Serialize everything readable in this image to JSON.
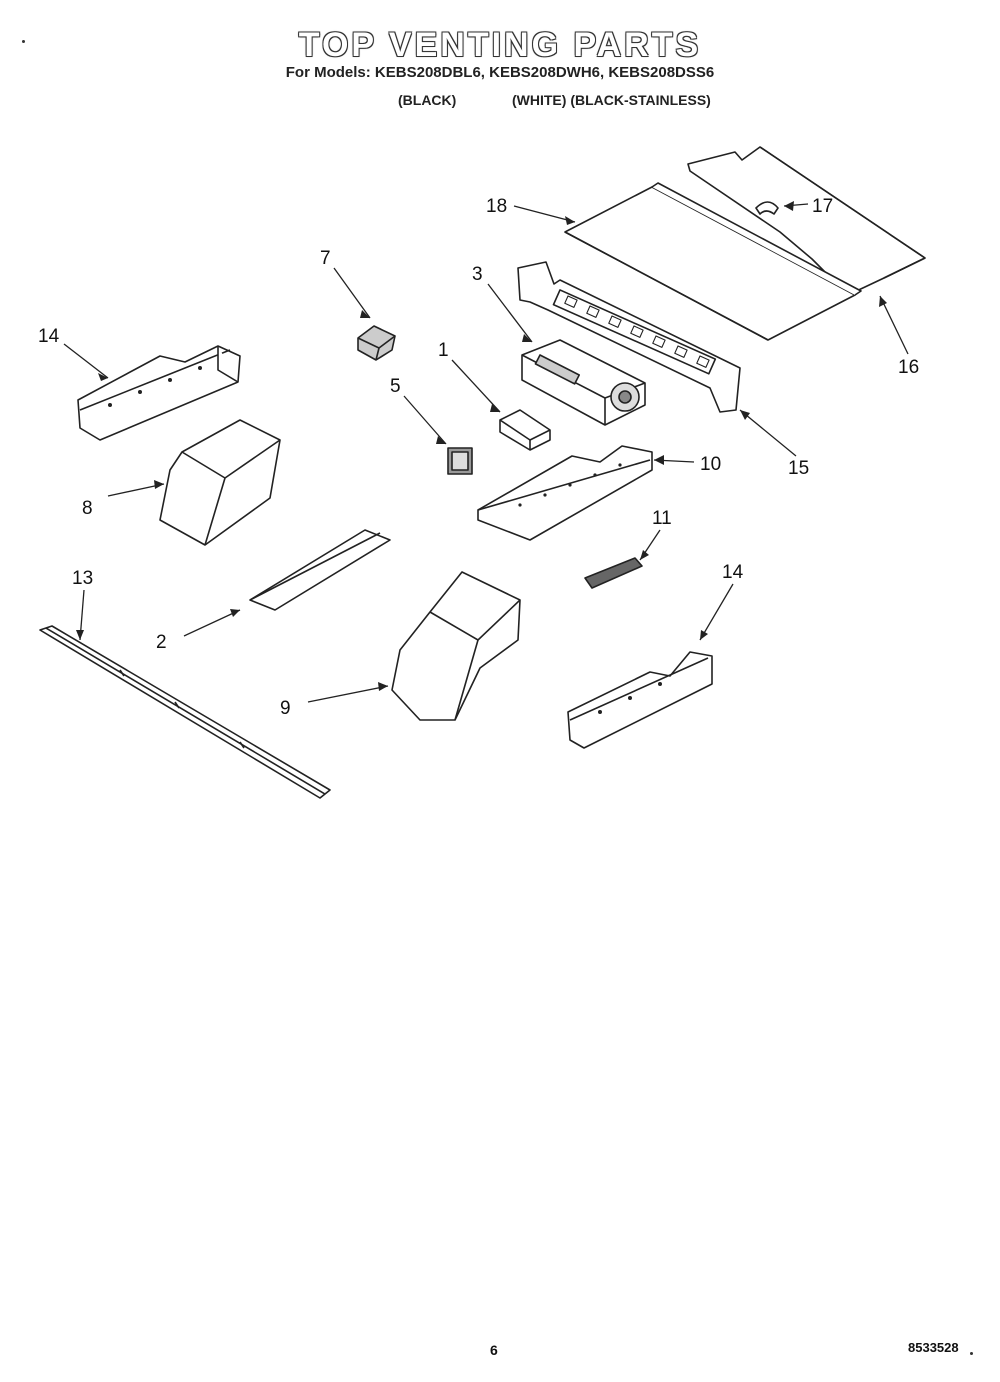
{
  "header": {
    "title": "TOP VENTING PARTS",
    "models_line": "For Models: KEBS208DBL6, KEBS208DWH6, KEBS208DSS6",
    "color_black": "(BLACK)",
    "color_white_stainless": "(WHITE) (BLACK-STAINLESS)"
  },
  "callouts": [
    "18",
    "17",
    "7",
    "3",
    "14",
    "1",
    "16",
    "5",
    "10",
    "15",
    "8",
    "11",
    "13",
    "14",
    "2",
    "9"
  ],
  "footer": {
    "page_number": "6",
    "doc_code": "8533528"
  },
  "colors": {
    "line": "#222222",
    "paper": "#ffffff"
  }
}
